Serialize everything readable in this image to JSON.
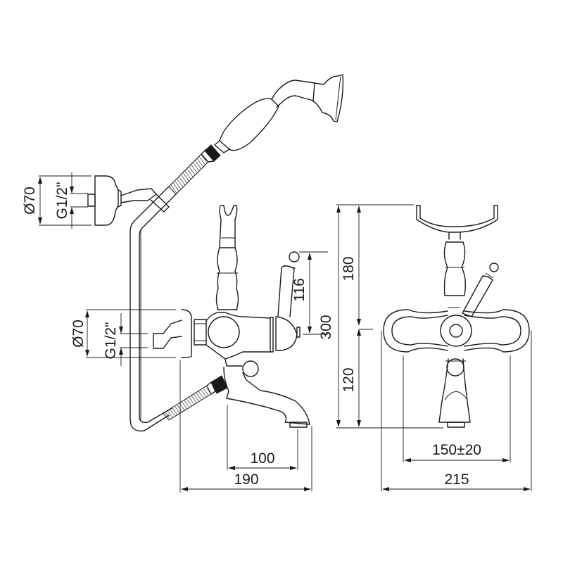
{
  "drawing": {
    "title": "Bath mixer with hand shower - dimensional drawing",
    "views": [
      "side-view",
      "front-view"
    ],
    "dimensions": {
      "wall_union_top_diameter": "Ø70",
      "wall_union_top_thread": "G1/2\"",
      "wall_union_side_diameter": "Ø70",
      "wall_union_side_thread": "G1/2\"",
      "lever_height": "116",
      "total_height_side": "300",
      "spout_projection": "100",
      "overall_depth": "190",
      "cradle_height": "180",
      "total_height_front": "300",
      "body_to_spout_height": "120",
      "centres": "150±20",
      "overall_width": "215"
    },
    "colors": {
      "line": "#1a1a1a",
      "background": "#ffffff"
    }
  }
}
